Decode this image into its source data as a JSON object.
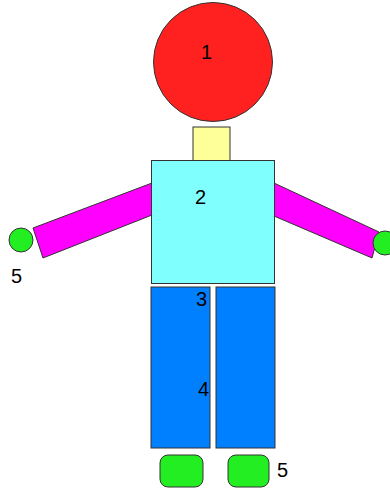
{
  "diagram": {
    "nodes": [
      {
        "text": [
          "1"
        ]
      },
      {
        "text": [
          "2"
        ]
      }
    ],
    "labels": [
      "3",
      "4",
      "5",
      "5"
    ]
  }
}
